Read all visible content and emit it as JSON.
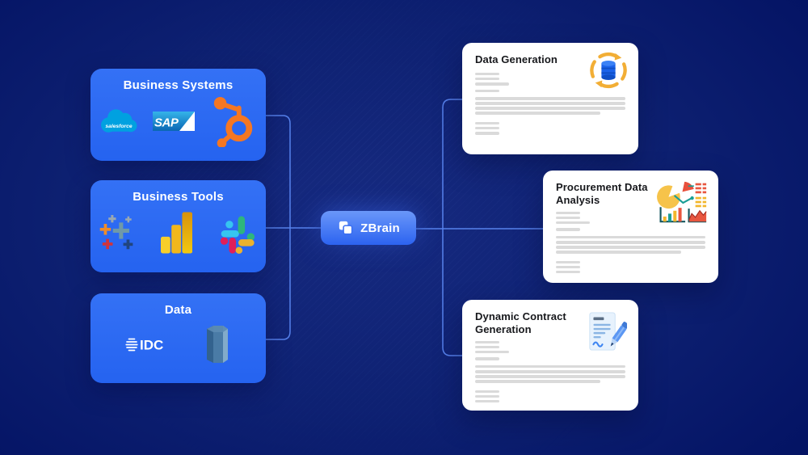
{
  "canvas": {
    "background_center": "#162a80",
    "background_edge": "#01115c",
    "accent_blue": "#2c63f0",
    "connector_color": "#5b87f2",
    "card_blue": "#2e6bf3",
    "skeleton_color": "#dadada"
  },
  "sources": [
    {
      "title": "Business Systems",
      "logos": [
        {
          "name": "salesforce",
          "label": "salesforce"
        },
        {
          "name": "sap",
          "label": "SAP"
        },
        {
          "name": "hubspot"
        }
      ]
    },
    {
      "title": "Business Tools",
      "logos": [
        {
          "name": "tableau"
        },
        {
          "name": "powerbi"
        },
        {
          "name": "slack"
        }
      ]
    },
    {
      "title": "Data",
      "logos": [
        {
          "name": "idc",
          "label": "IDC"
        },
        {
          "name": "data-pillar"
        }
      ]
    }
  ],
  "hub": {
    "label": "ZBrain",
    "icon": "layers-icon"
  },
  "outputs": [
    {
      "title": "Data Generation",
      "icon": "database-sync-icon"
    },
    {
      "title": "Procurement Data Analysis",
      "icon": "analytics-charts-icon"
    },
    {
      "title": "Dynamic Contract Generation",
      "icon": "contract-signing-icon"
    }
  ]
}
